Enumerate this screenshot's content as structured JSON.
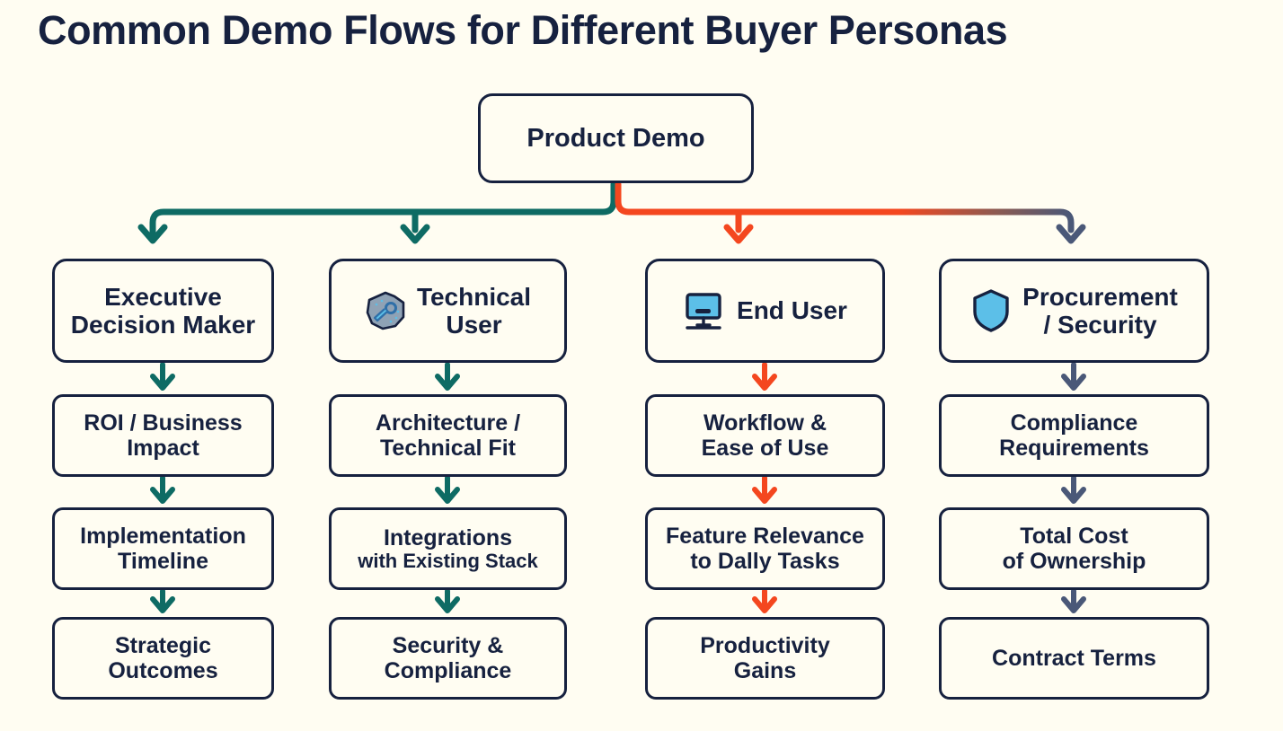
{
  "title": "Common Demo Flows for Different Buyer Personas",
  "colors": {
    "background": "#fffdf2",
    "ink": "#16213f",
    "teal": "#0e6b64",
    "orange": "#f4471f",
    "slate": "#4a5878",
    "icon_blue": "#5cbfe8",
    "icon_gray": "#8fa2b5"
  },
  "root": {
    "label": "Product Demo"
  },
  "columns": [
    {
      "id": "executive",
      "accent": "#0e6b64",
      "persona": {
        "icon": "",
        "line1": "Executive",
        "line2": "Decision Maker"
      },
      "steps": [
        {
          "line1": "ROI / Business",
          "line2": "Impact"
        },
        {
          "line1": "Implementation",
          "line2": "Timeline"
        },
        {
          "line1": "Strategic",
          "line2": "Outcomes"
        }
      ]
    },
    {
      "id": "technical-user",
      "accent": "#0e6b64",
      "persona": {
        "icon": "gear-icon",
        "line1": "Technical",
        "line2": "User"
      },
      "steps": [
        {
          "line1": "Architecture /",
          "line2": "Technical Fit"
        },
        {
          "line1": "Integrations",
          "line2": "with Existing Stack"
        },
        {
          "line1": "Security &",
          "line2": "Compliance"
        }
      ]
    },
    {
      "id": "end-user",
      "accent": "#f4471f",
      "persona": {
        "icon": "monitor-icon",
        "line1": "End User",
        "line2": ""
      },
      "steps": [
        {
          "line1": "Workflow &",
          "line2": "Ease of Use"
        },
        {
          "line1": "Feature Relevance",
          "line2": "to Dally Tasks"
        },
        {
          "line1": "Productivity",
          "line2": "Gains"
        }
      ]
    },
    {
      "id": "procurement-security",
      "accent": "#4a5878",
      "persona": {
        "icon": "shield-icon",
        "line1": "Procurement",
        "line2": "/ Security"
      },
      "steps": [
        {
          "line1": "Compliance",
          "line2": "Requirements"
        },
        {
          "line1": "Total Cost",
          "line2": "of Ownership"
        },
        {
          "line1": "Contract Terms",
          "line2": ""
        }
      ]
    }
  ]
}
